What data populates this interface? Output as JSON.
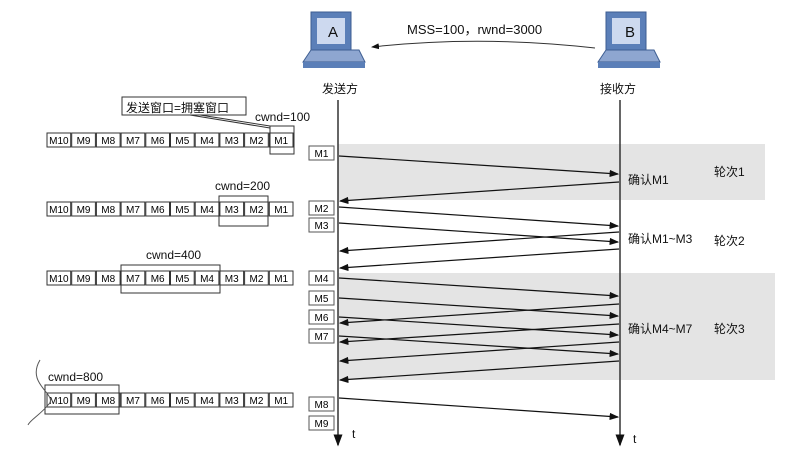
{
  "header": {
    "mss_rwnd": "MSS=100，rwnd=3000",
    "sender_name": "A",
    "receiver_name": "B",
    "sender_label": "发送方",
    "receiver_label": "接收方"
  },
  "callout": "发送窗口=拥塞窗口",
  "segments": [
    "M10",
    "M9",
    "M8",
    "M7",
    "M6",
    "M5",
    "M4",
    "M3",
    "M2",
    "M1"
  ],
  "rows": [
    {
      "cwnd": "cwnd=100",
      "window": [
        "M1"
      ]
    },
    {
      "cwnd": "cwnd=200",
      "window": [
        "M3",
        "M2"
      ]
    },
    {
      "cwnd": "cwnd=400",
      "window": [
        "M7",
        "M6",
        "M5",
        "M4"
      ]
    },
    {
      "cwnd": "cwnd=800",
      "window": [
        "M10",
        "M9",
        "M8"
      ]
    }
  ],
  "sent": [
    "M1",
    "M2",
    "M3",
    "M4",
    "M5",
    "M6",
    "M7",
    "M8",
    "M9"
  ],
  "rounds": [
    {
      "ack": "确认M1",
      "label": "轮次1"
    },
    {
      "ack": "确认M1~M3",
      "label": "轮次2"
    },
    {
      "ack": "确认M4~M7",
      "label": "轮次3"
    }
  ],
  "time_label": "t",
  "colors": {
    "shade": "#e4e4e4",
    "computer": "#5b7fb8",
    "screen": "#cdd9ef"
  }
}
